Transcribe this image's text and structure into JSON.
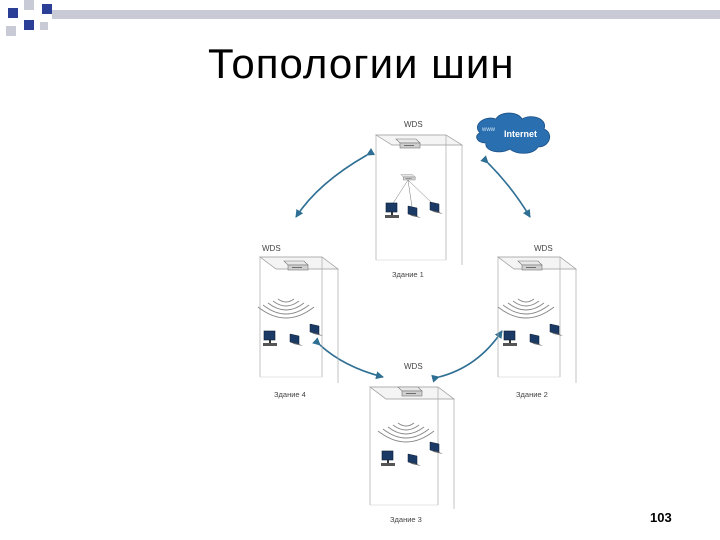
{
  "slide": {
    "title": "Топологии шин",
    "page_number": "103"
  },
  "diagram": {
    "internet_label": "Internet",
    "www_label": "www",
    "wds_label": "WDS",
    "buildings": {
      "b1": "Здание 1",
      "b2": "Здание 2",
      "b3": "Здание 3",
      "b4": "Здание 4"
    }
  },
  "colors": {
    "deco_blue": "#2b3f96",
    "deco_gray": "#c8cbd6",
    "arrow": "#2f6f94",
    "cloud": "#2a6fb0"
  }
}
